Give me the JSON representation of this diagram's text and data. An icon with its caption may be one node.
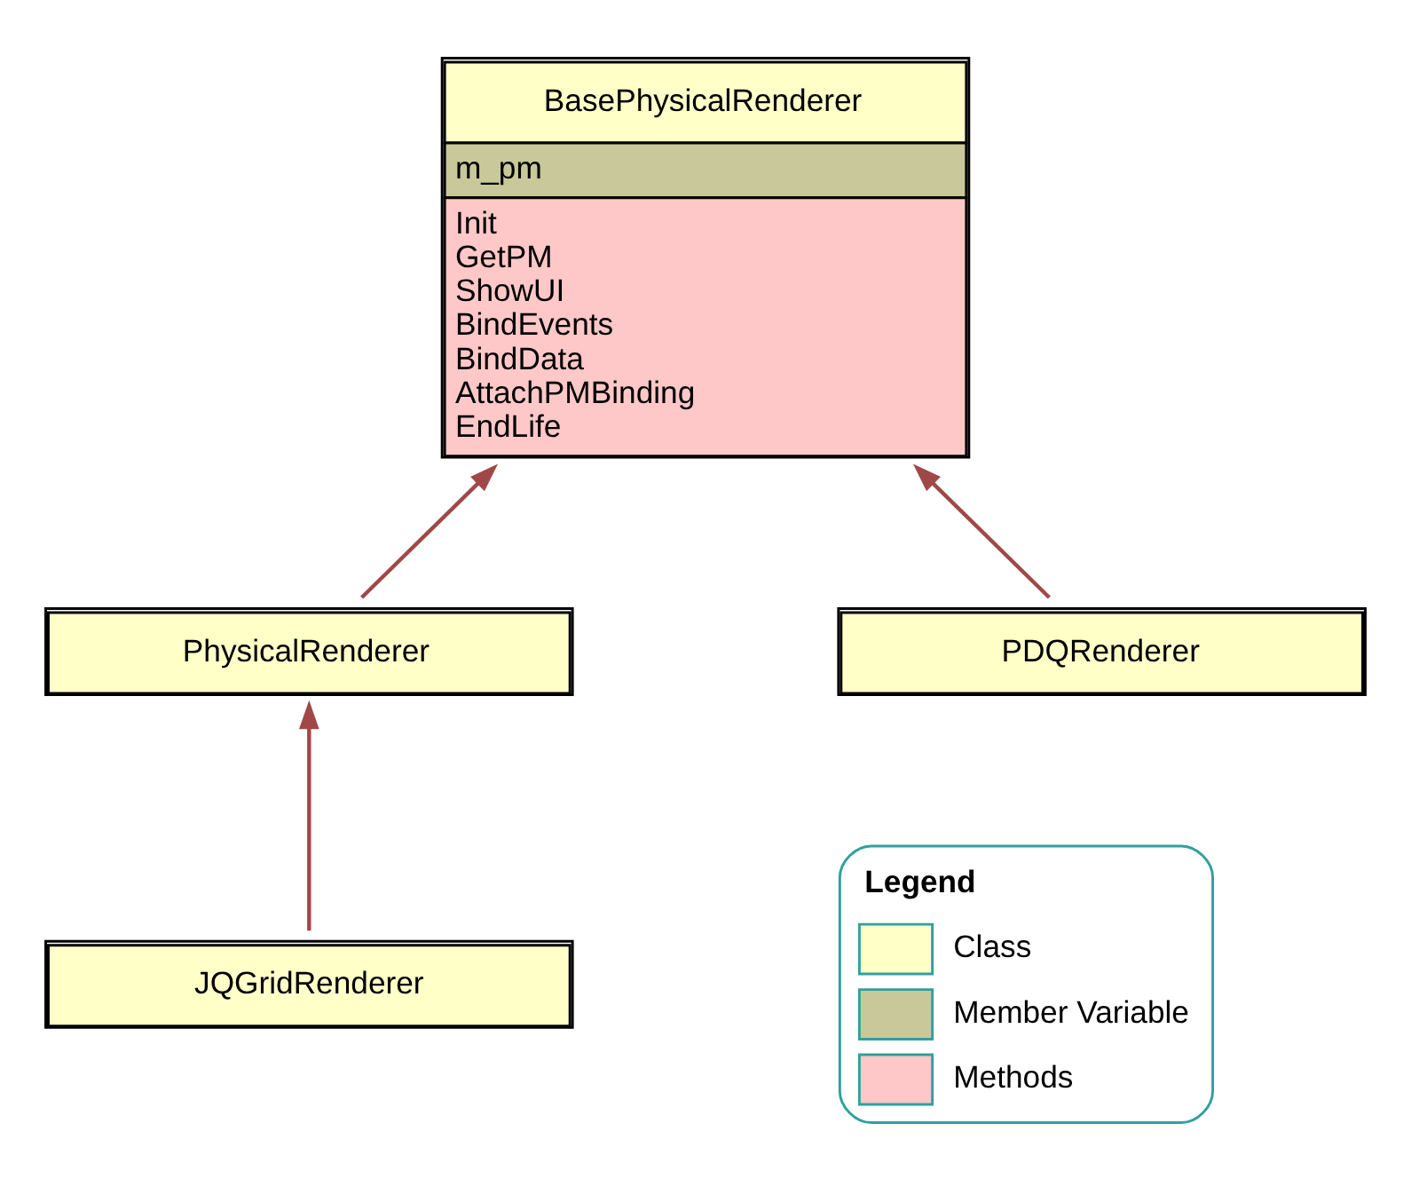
{
  "diagram": {
    "nodes": [
      {
        "text": [
          "BasePhysicalRenderer",
          "m_pm",
          "Init",
          "GetPM",
          "ShowUI",
          "BindEvents",
          "BindData",
          "AttachPMBinding",
          "EndLife"
        ]
      },
      {
        "text": [
          "PhysicalRenderer"
        ]
      },
      {
        "text": [
          "PDQRenderer"
        ]
      },
      {
        "text": [
          "JQGridRenderer"
        ]
      }
    ],
    "edges": [
      {
        "from": 1,
        "to": 0,
        "arrow": "to"
      },
      {
        "from": 2,
        "to": 0,
        "arrow": "to"
      },
      {
        "from": 3,
        "to": 1,
        "arrow": "to"
      }
    ],
    "labels": [
      "Legend"
    ],
    "legend": [
      {
        "text": "Class",
        "color": "#ffffc8"
      },
      {
        "text": "Member Variable",
        "color": "#c8c89a"
      },
      {
        "text": "Methods",
        "color": "#ffc8c8"
      }
    ]
  }
}
